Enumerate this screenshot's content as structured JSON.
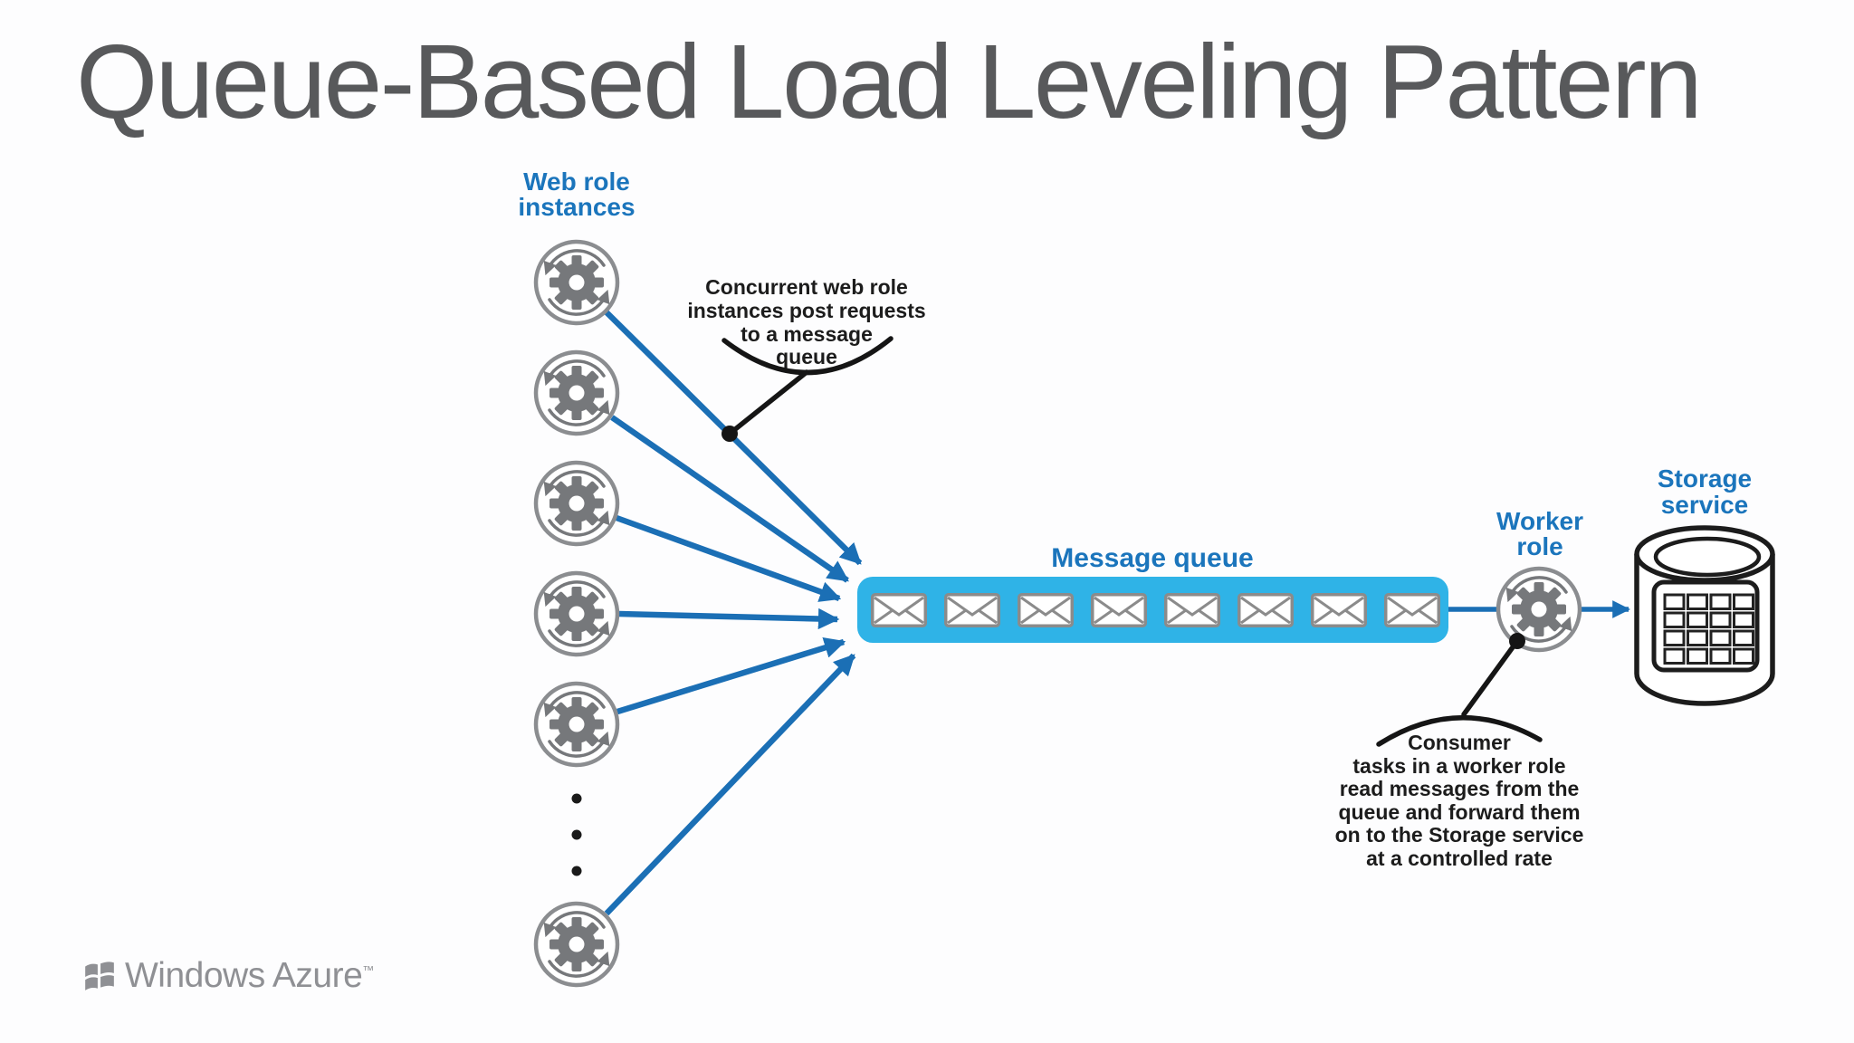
{
  "slide": {
    "title": "Queue-Based Load Leveling Pattern"
  },
  "diagram": {
    "web_roles": {
      "label_lines": [
        "Web role",
        "instances"
      ],
      "instance_count": 6,
      "ellipsis_dot_count": 3
    },
    "message_queue": {
      "label": "Message queue",
      "message_count": 8
    },
    "worker_role": {
      "label_lines": [
        "Worker",
        "role"
      ]
    },
    "storage_service": {
      "label_lines": [
        "Storage",
        "service"
      ]
    },
    "annotations": {
      "producer": {
        "lines": [
          "Concurrent web role",
          "instances post requests",
          "to a message",
          "queue"
        ]
      },
      "consumer": {
        "lines": [
          "Consumer",
          "tasks in a worker role",
          "read messages from the",
          "queue and forward them",
          "on to the Storage service",
          "at a controlled rate"
        ]
      }
    }
  },
  "footer": {
    "brand": "Windows Azure",
    "trademark": "™"
  },
  "colors": {
    "title_gray": "#58595b",
    "label_blue": "#1b75bc",
    "arrow_blue": "#1b6fb5",
    "queue_fill": "#2fb3e7",
    "envelope_stroke": "#8b8b8b",
    "gear_gray": "#76787b",
    "annotation_black": "#1c1c1c",
    "logo_gray": "#8f9094"
  }
}
